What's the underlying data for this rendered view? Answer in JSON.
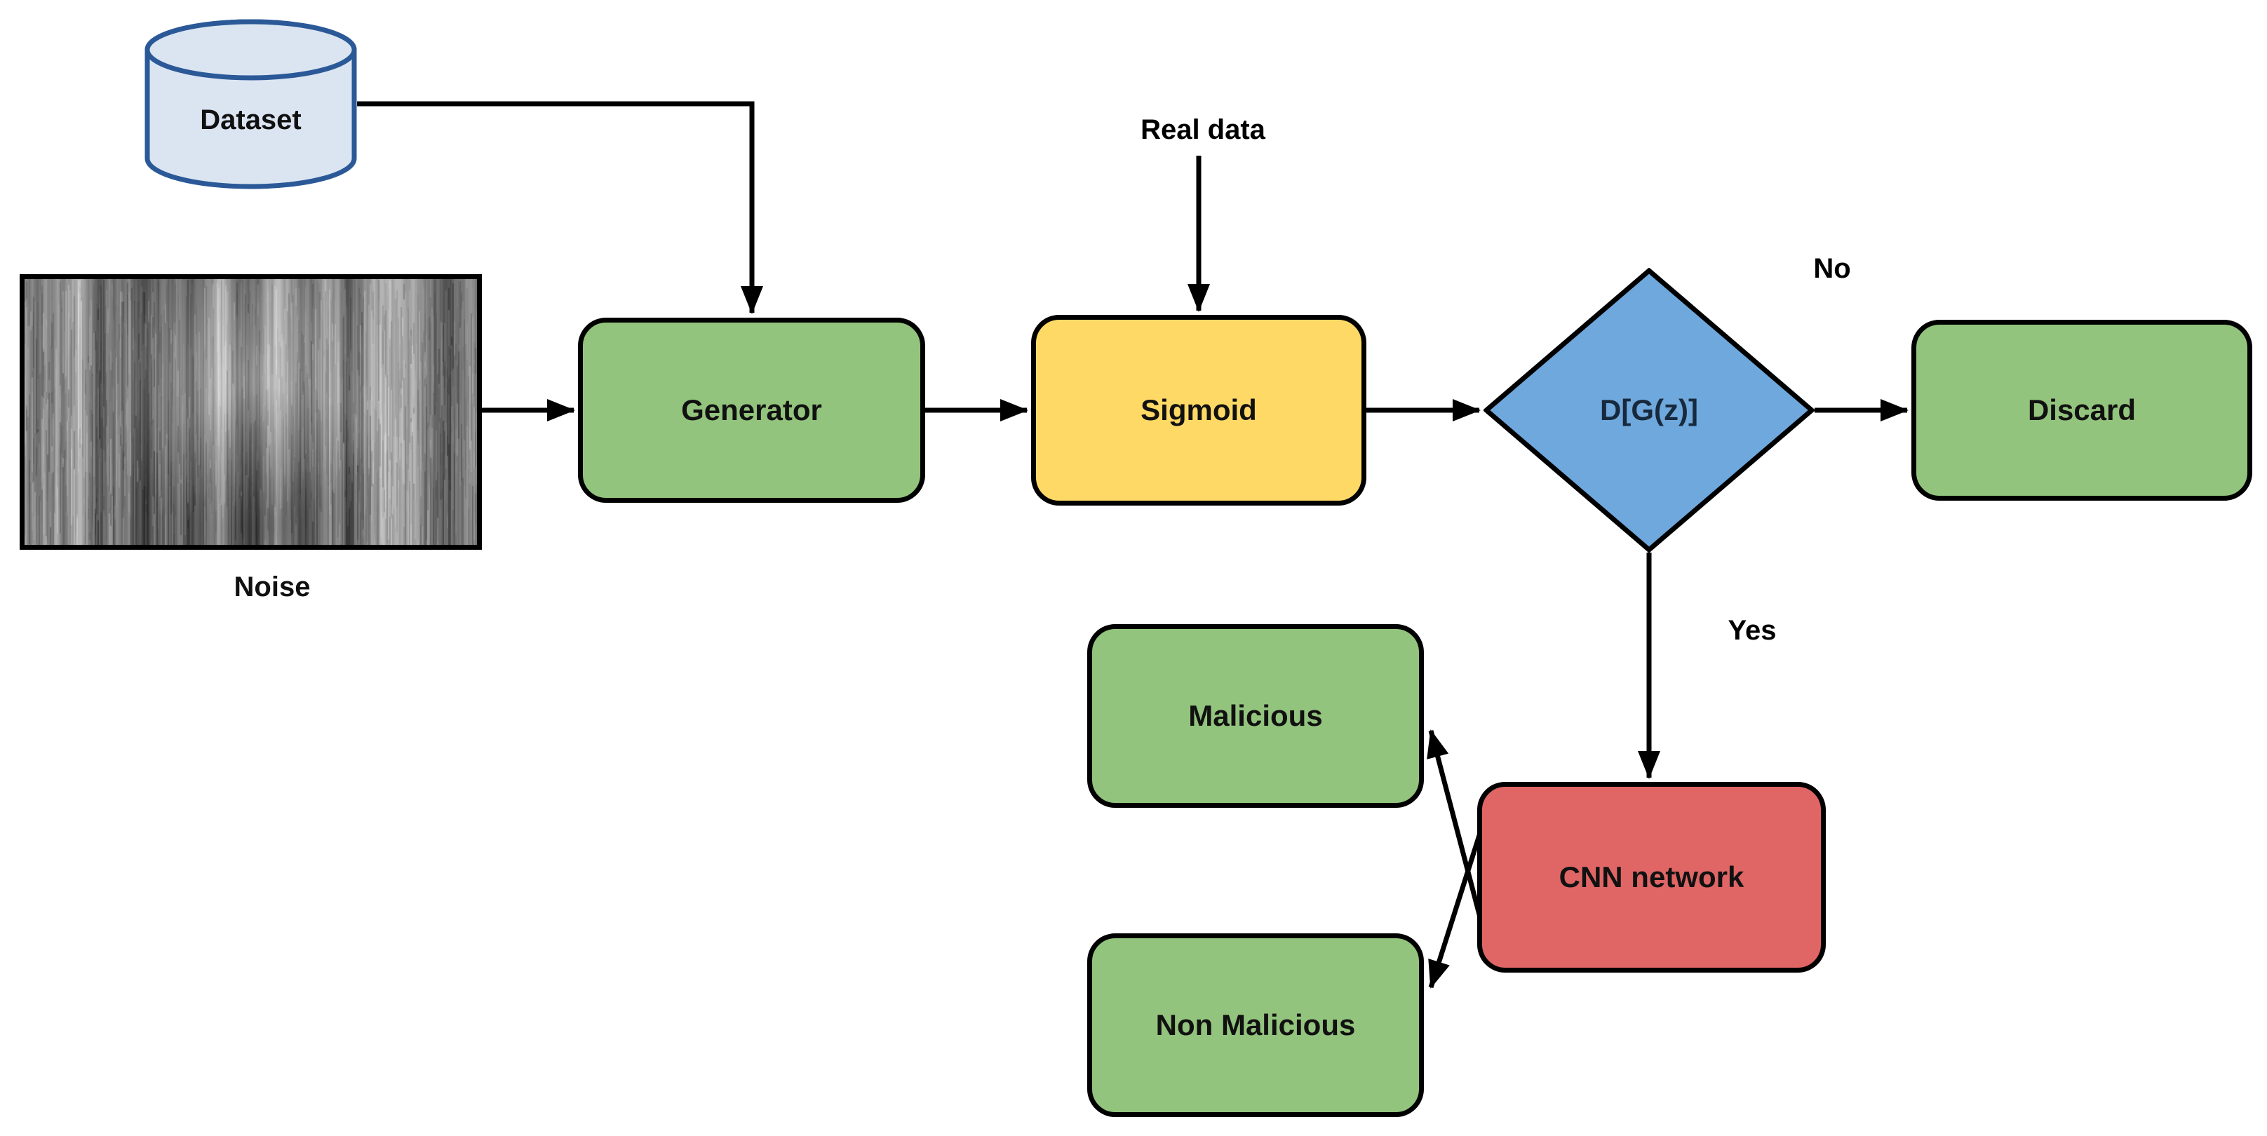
{
  "diagram": {
    "nodes": {
      "dataset": {
        "label": "Dataset",
        "shape": "cylinder",
        "fill": "#dbe5f1",
        "border": "#2b5998"
      },
      "noise": {
        "label": "Noise",
        "shape": "image",
        "description": "grayscale vertical-streak noise"
      },
      "generator": {
        "label": "Generator",
        "shape": "rounded-rect",
        "fill": "#93c47d"
      },
      "sigmoid": {
        "label": "Sigmoid",
        "shape": "rounded-rect",
        "fill": "#ffd966"
      },
      "decision": {
        "label": "D[G(z)]",
        "shape": "diamond",
        "fill": "#6fa8dc"
      },
      "discard": {
        "label": "Discard",
        "shape": "rounded-rect",
        "fill": "#93c47d"
      },
      "cnn": {
        "label": "CNN network",
        "shape": "rounded-rect",
        "fill": "#e06666"
      },
      "malicious": {
        "label": "Malicious",
        "shape": "rounded-rect",
        "fill": "#93c47d"
      },
      "non_malicious": {
        "label": "Non Malicious",
        "shape": "rounded-rect",
        "fill": "#93c47d"
      }
    },
    "edge_labels": {
      "real_data": "Real data",
      "no": "No",
      "yes": "Yes"
    },
    "edges": [
      {
        "from": "dataset",
        "to": "generator"
      },
      {
        "from": "noise",
        "to": "generator"
      },
      {
        "from": "generator",
        "to": "sigmoid"
      },
      {
        "from": "real_data",
        "to": "sigmoid"
      },
      {
        "from": "sigmoid",
        "to": "decision"
      },
      {
        "from": "decision",
        "to": "discard",
        "label": "No"
      },
      {
        "from": "decision",
        "to": "cnn",
        "label": "Yes"
      },
      {
        "from": "cnn",
        "to": "malicious"
      },
      {
        "from": "cnn",
        "to": "non_malicious"
      }
    ],
    "colors": {
      "connector": "#000000",
      "node_border": "#000000",
      "decision_text": "#17293d",
      "background": "#ffffff"
    }
  }
}
